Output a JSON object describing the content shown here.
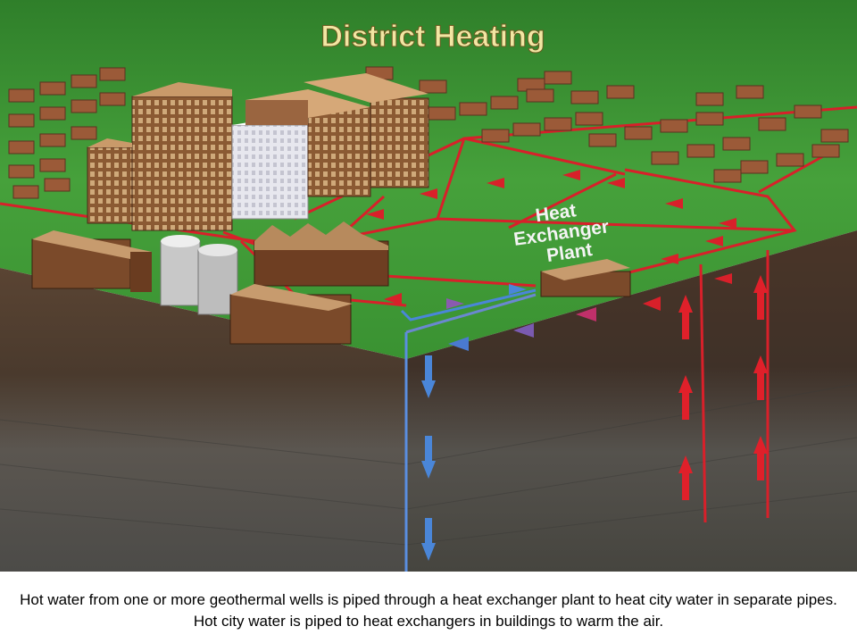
{
  "title": "District Heating",
  "plant_label": {
    "line1": "Heat",
    "line2": "Exchanger",
    "line3": "Plant"
  },
  "caption": "Hot water from one or more geothermal wells is piped through a heat exchanger plant to heat city water in separate pipes. Hot city water is piped to heat exchangers in buildings to warm the air.",
  "colors": {
    "grass": "#3f9a35",
    "soil": "#4a3a2e",
    "rock": "#555552",
    "hot_pipe": "#e0202a",
    "cold_pipe": "#4a86d8",
    "title_text": "#f2e6a3",
    "label_text": "#f4f4f4"
  }
}
